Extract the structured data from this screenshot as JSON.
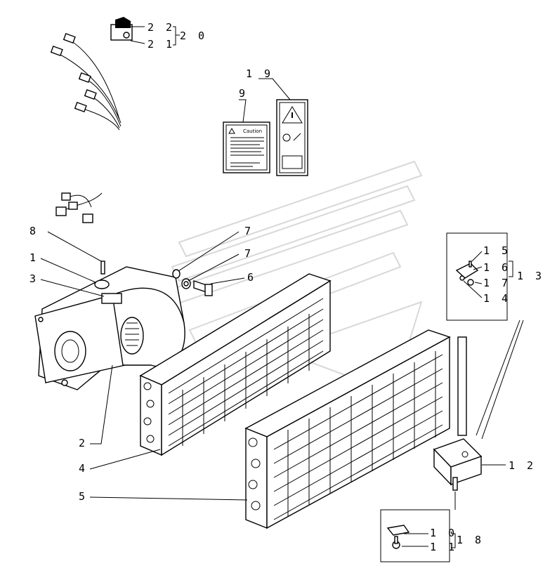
{
  "callouts": {
    "c22": "2 2",
    "c21": "2 1",
    "c20": "2 0",
    "c19": "1 9",
    "c9": "9",
    "c8": "8",
    "c1": "1",
    "c3": "3",
    "c7a": "7",
    "c7b": "7",
    "c6": "6",
    "c15": "1 5",
    "c16": "1 6",
    "c17": "1 7",
    "c14": "1 4",
    "c13": "1 3",
    "c2": "2",
    "c4": "4",
    "c5": "5",
    "c12": "1 2",
    "c10": "1 0",
    "c11": "1 1",
    "c18": "1 8"
  },
  "decal": {
    "caution_title": "Caution"
  }
}
